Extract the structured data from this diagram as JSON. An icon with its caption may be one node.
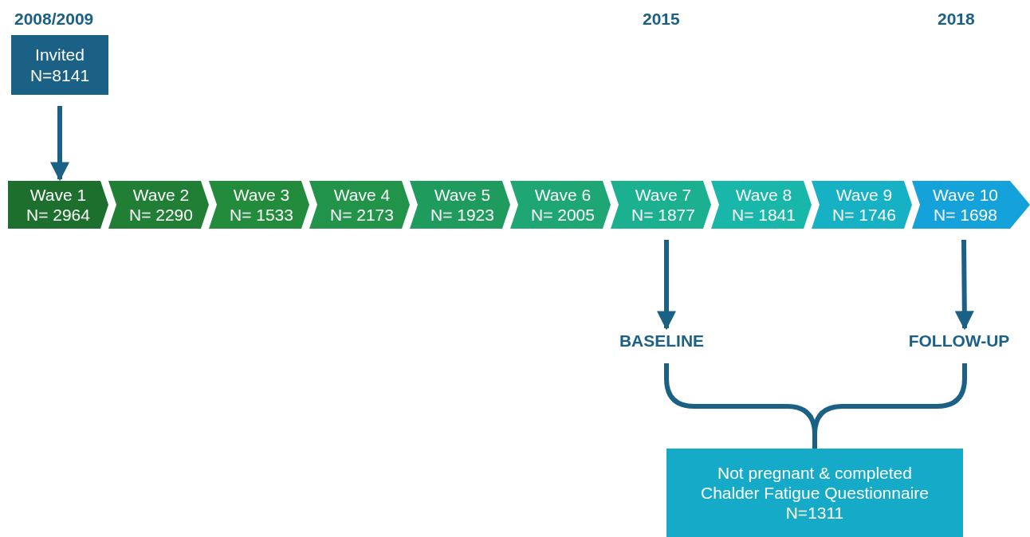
{
  "diagram": {
    "nodes": [
      {
        "text": [
          "Invited",
          "N=8141"
        ]
      },
      {
        "text": [
          "Wave 1",
          "N= 2964"
        ]
      },
      {
        "text": [
          "Wave 2",
          "N= 2290"
        ]
      },
      {
        "text": [
          "Wave 3",
          "N= 1533"
        ]
      },
      {
        "text": [
          "Wave 4",
          "N= 2173"
        ]
      },
      {
        "text": [
          "Wave 5",
          "N= 1923"
        ]
      },
      {
        "text": [
          "Wave 6",
          "N= 2005"
        ]
      },
      {
        "text": [
          "Wave 7",
          "N= 1877"
        ]
      },
      {
        "text": [
          "Wave 8",
          "N= 1841"
        ]
      },
      {
        "text": [
          "Wave 9",
          "N= 1746"
        ]
      },
      {
        "text": [
          "Wave 10",
          "N= 1698"
        ]
      },
      {
        "text": [
          "BASELINE"
        ]
      },
      {
        "text": [
          "FOLLOW-UP"
        ]
      },
      {
        "text": [
          "Not pregnant & completed Chalder Fatigue Questionnaire",
          "N=1311"
        ]
      }
    ],
    "edges": [
      {
        "from": 0,
        "to": 1,
        "arrow": "to"
      },
      {
        "from": 7,
        "to": 11,
        "arrow": "to"
      },
      {
        "from": 10,
        "to": 12,
        "arrow": "to"
      },
      {
        "from": 11,
        "to": 13,
        "arrow": "none"
      },
      {
        "from": 12,
        "to": 13,
        "arrow": "none"
      }
    ],
    "labels": [
      "2008/2009",
      "2015",
      "2018"
    ]
  }
}
